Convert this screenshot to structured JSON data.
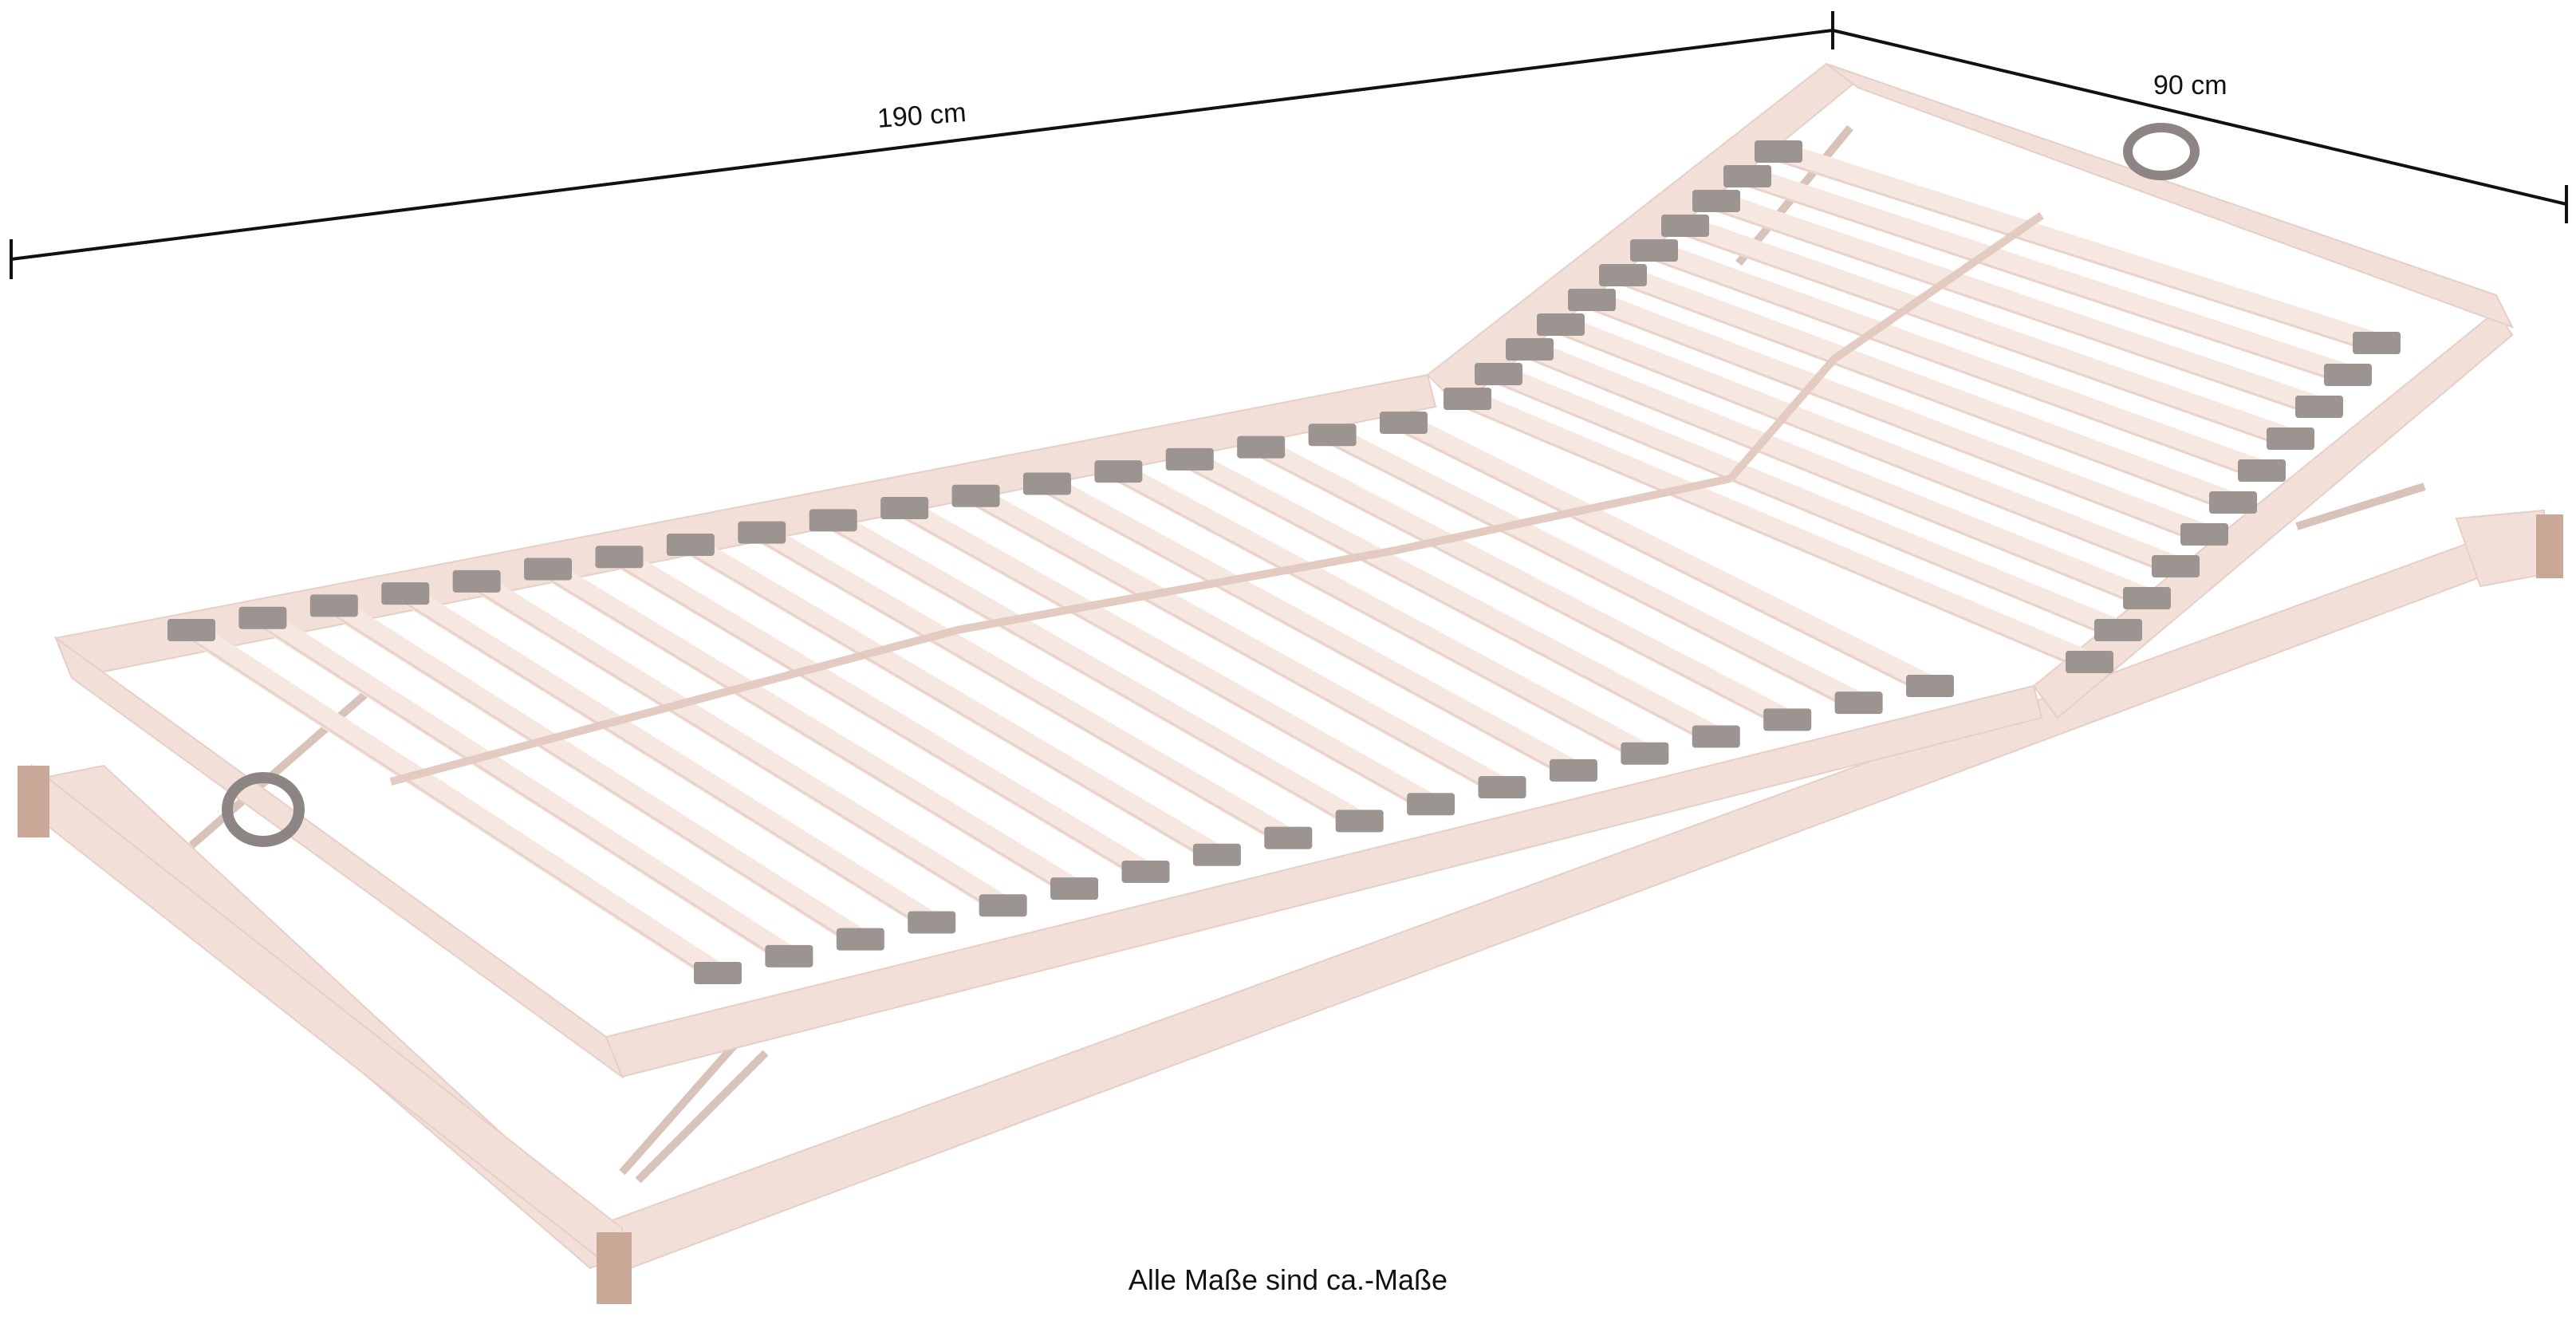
{
  "dimensions": {
    "length_label": "190 cm",
    "width_label": "90 cm"
  },
  "caption": "Alle Maße sind ca.-Maße",
  "colors": {
    "line": "#111111",
    "frame": "#f2dfd8",
    "frame_edge": "#e6cfc6",
    "slat": "#f6e7e1",
    "slat_edge": "#e9d2c9",
    "cap": "#9c9491",
    "cap_dark": "#6f6967",
    "post_end": "#c9a898",
    "mechanism": "#e1cdc6"
  },
  "icons": {
    "handle_left": "strap-loop-icon",
    "handle_right": "strap-loop-icon"
  }
}
